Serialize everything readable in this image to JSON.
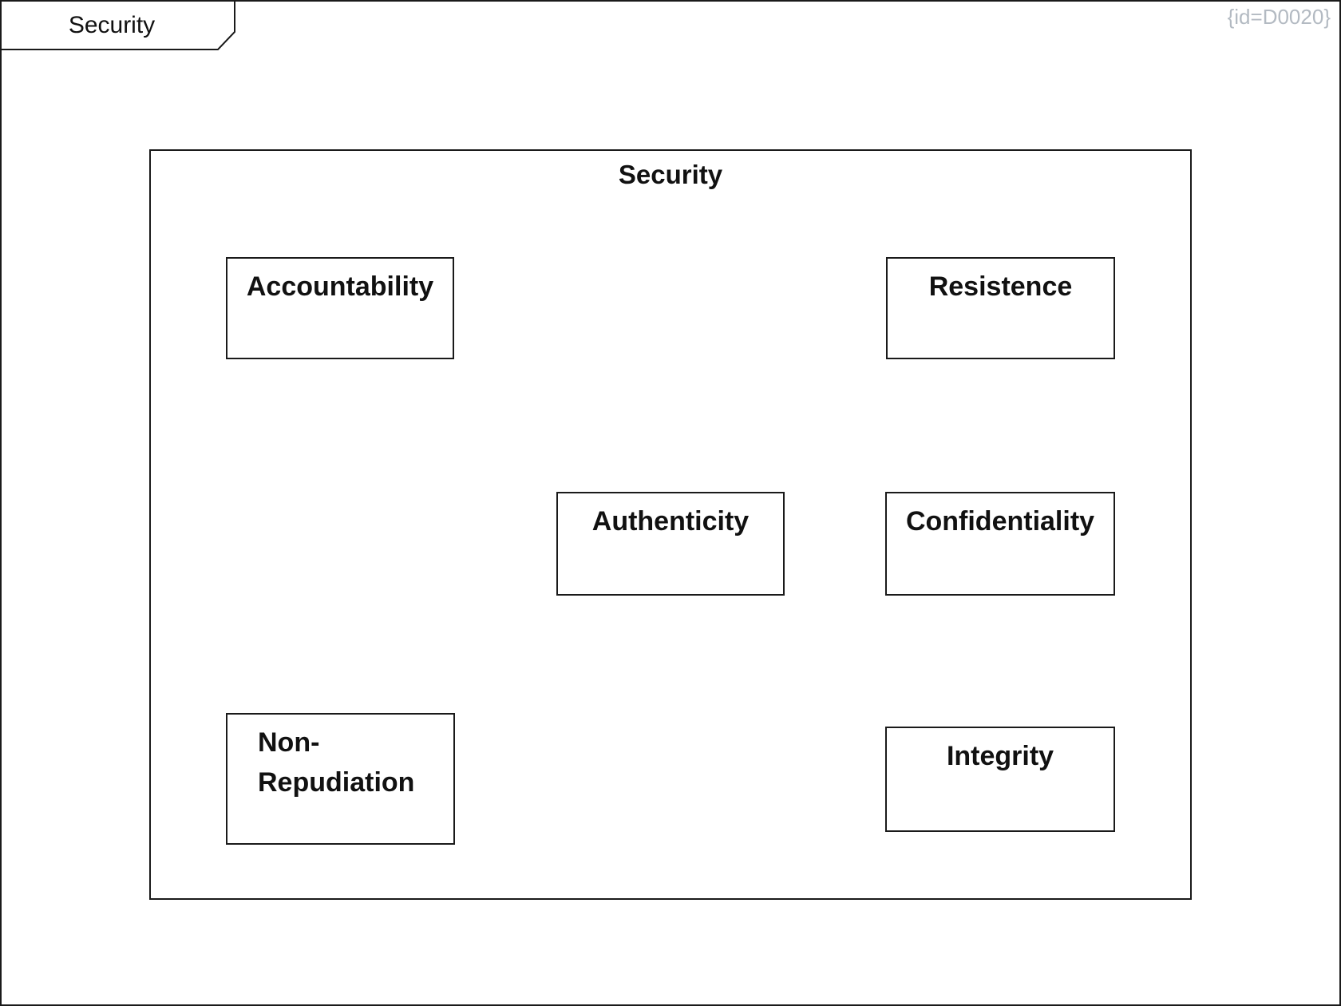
{
  "frame": {
    "tab_label": "Security",
    "id_label": "{id=D0020}"
  },
  "diagram": {
    "title": "Security",
    "nodes": [
      "Accountability",
      "Resistence",
      "Authenticity",
      "Confidentiality",
      "Non-Repudiation",
      "Integrity"
    ]
  },
  "colors": {
    "line": "#1a1a1a",
    "background": "#ffffff",
    "id_label_text": "#b3bac2"
  }
}
